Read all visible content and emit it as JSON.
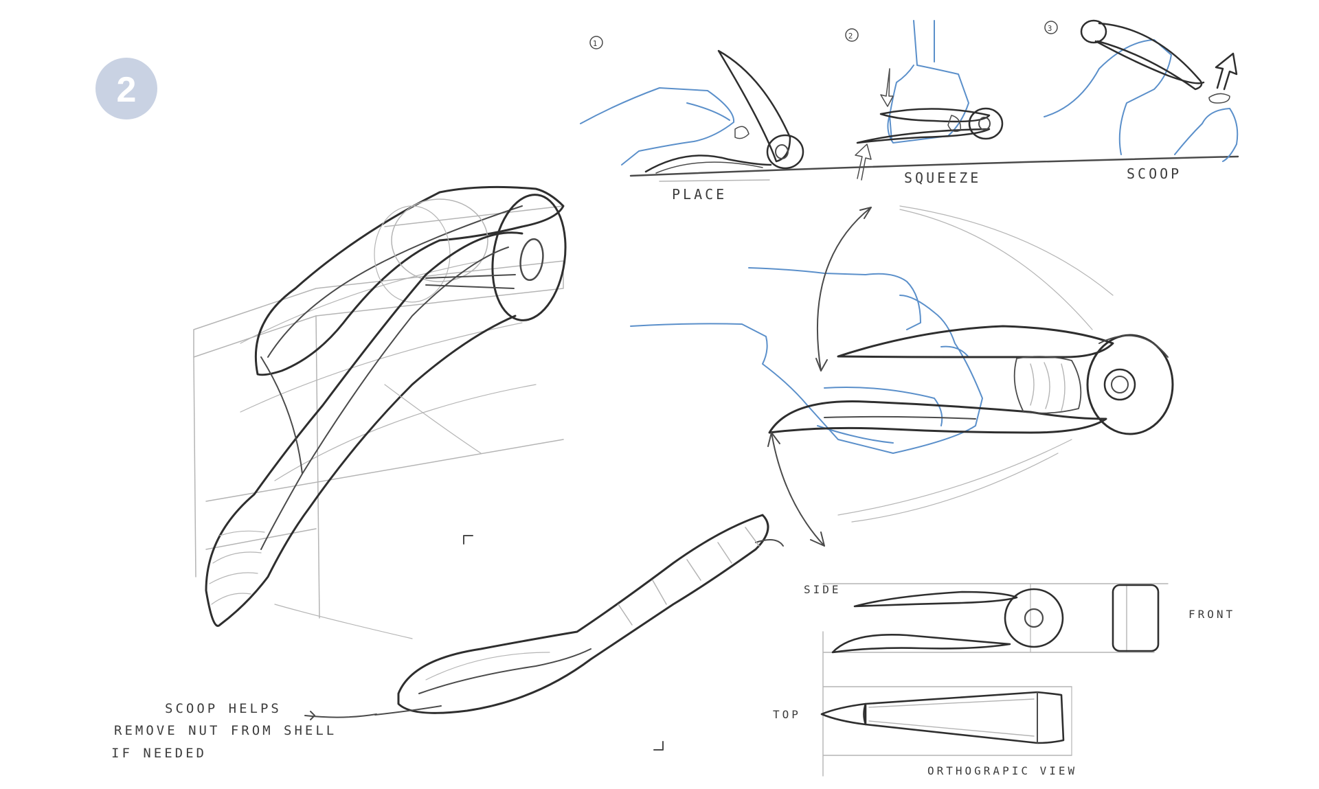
{
  "page_number": "2",
  "colors": {
    "badge": "#c9d2e3",
    "badge_text": "#ffffff",
    "pencil": "#4a4a4a",
    "blue_pencil": "#5a8fca"
  },
  "steps": [
    {
      "number": "1",
      "label": "PLACE"
    },
    {
      "number": "2",
      "label": "SQUEEZE"
    },
    {
      "number": "3",
      "label": "SCOOP"
    }
  ],
  "note": {
    "line1": "SCOOP HELPS",
    "line2": "REMOVE NUT FROM SHELL",
    "line3": "IF NEEDED"
  },
  "ortho": {
    "side_label": "SIDE",
    "front_label": "FRONT",
    "top_label": "TOP",
    "caption": "ORTHOGRAPIC VIEW"
  }
}
